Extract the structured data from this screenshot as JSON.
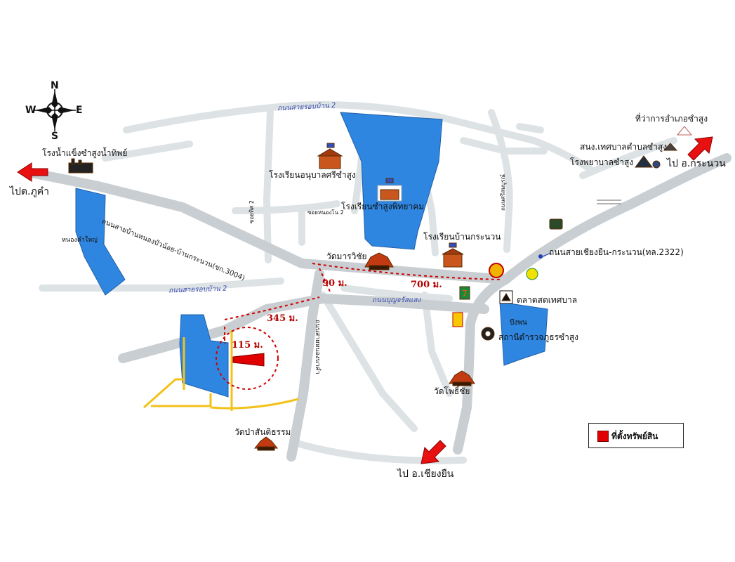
{
  "compass": {
    "n": "N",
    "s": "S",
    "e": "E",
    "w": "W"
  },
  "directions": {
    "to_phu_kham": "ไปต.ภูคำ",
    "to_kranuan": "ไป อ.กระนวน",
    "to_chiang_yuen": "ไป อ.เชียงยืน"
  },
  "roads": {
    "ring_road_top": "ถนนสายรอบบ้าน 2",
    "ring_road_left": "ถนนสายรอบบ้าน 2",
    "main_road_3004": "ถนนสายบ้านหนองบัวน้อย-บ้านกระนวน(ขก.3004)",
    "highway_2322": "ถนนสายเชียงยืน-กระนวน(ทล.2322)",
    "soi_2_a": "ซอยทิศ 2",
    "soi_2_b": "ซอยหนองโน 2",
    "boonjaroen": "ถนนบุญจรัสแสง",
    "vertical_road": "ถนนสายหนองนาคำ",
    "east_soi": "ถนนศรีสมบูรณ์"
  },
  "places": {
    "ice_factory": "โรงน้ำแข็งซำสูงน้ำทิพย์",
    "school_anuban": "โรงเรียนอนุบาลศรีซำสูง",
    "school_samsung": "โรงเรียนซำสูงพิทยาคม",
    "school_ban_kranuan": "โรงเรียนบ้านกระนวน",
    "wat_maravichai": "วัดมารวิชัย",
    "district_office": "ที่ว่าการอำเภอซำสูง",
    "municipal_office": "สนง.เทศบาลตำบลซำสูง",
    "hospital": "โรงพยาบาลซำสูง",
    "market": "ตลาดสดเทศบาล",
    "pond_pho": "บึงพน",
    "police": "สถานีตำรวจภูธรซำสูง",
    "wat_pho_chai": "วัดโพธิ์ชัย",
    "wat_pa": "วัดป่าสันติธรรม",
    "pond_left": "หนองคำใหญ่"
  },
  "distances": {
    "d90": "90 ม.",
    "d700": "700 ม.",
    "d345": "345 ม.",
    "d115": "115 ม."
  },
  "legend": {
    "property": "ที่ตั้งทรัพย์สิน"
  },
  "colors": {
    "water": "#2f86e0",
    "road": "#d7dcdf",
    "main_road": "#c8cdd0",
    "property": "#e00000",
    "distance": "#d00000",
    "yellow_road": "#f2c21a",
    "arrow": "#e81010"
  }
}
